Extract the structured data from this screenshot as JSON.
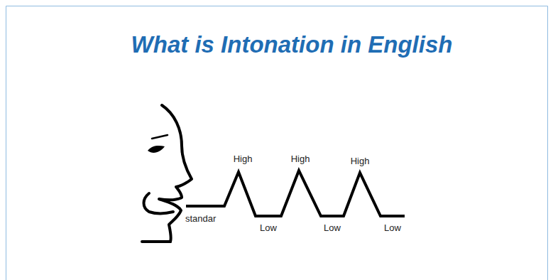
{
  "diagram": {
    "title": "What is Intonation in English",
    "labels": [
      "standar",
      "High",
      "Low",
      "High",
      "Low",
      "High",
      "Low"
    ]
  }
}
